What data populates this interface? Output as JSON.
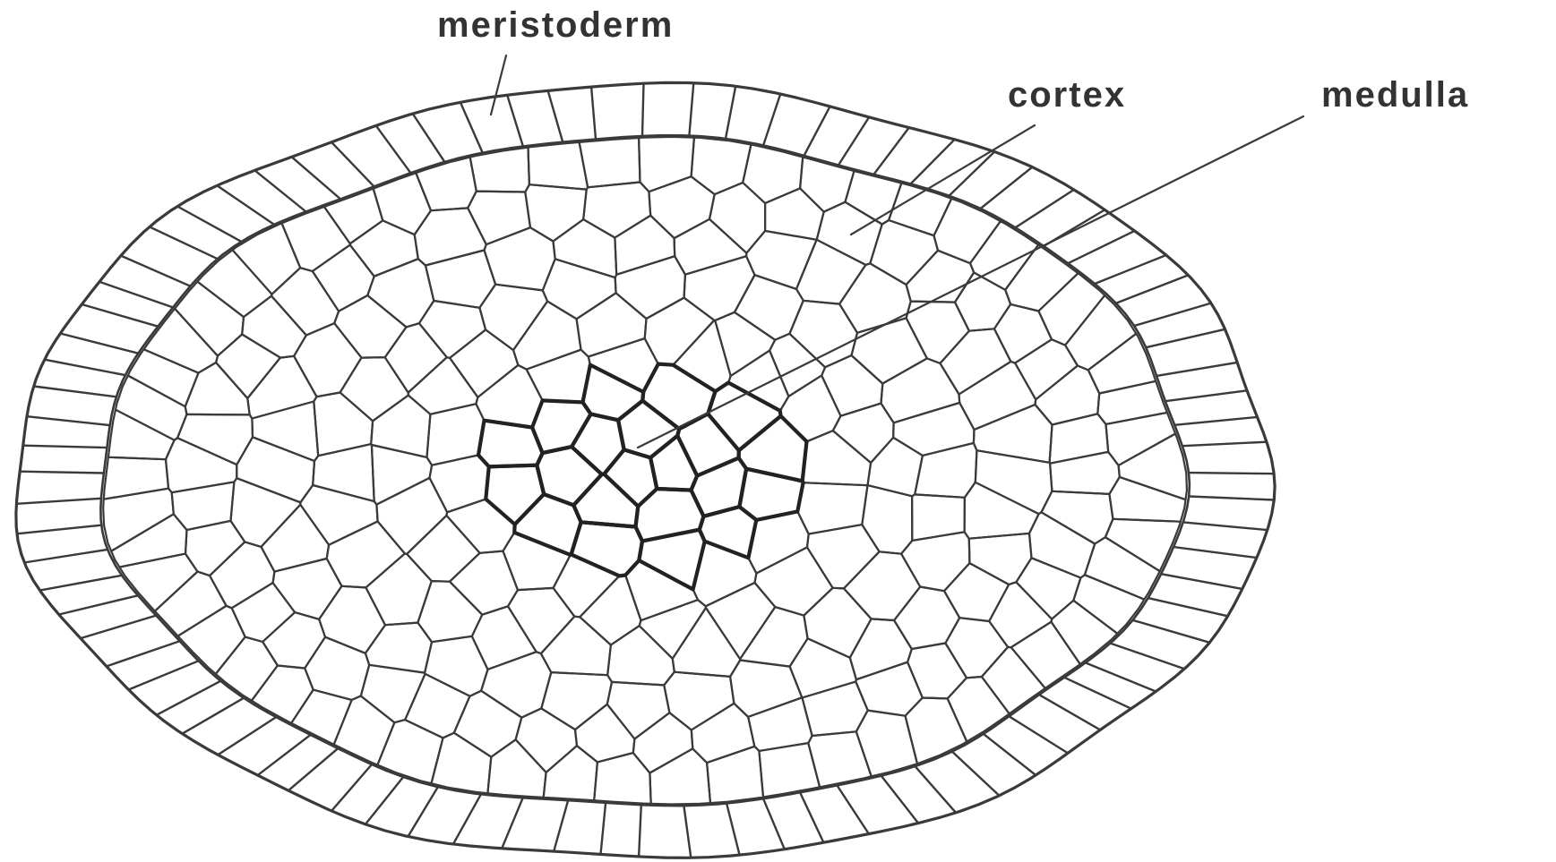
{
  "labels": {
    "meristoderm": "meristoderm",
    "cortex": "cortex",
    "medulla": "medulla"
  },
  "colors": {
    "background": "#ffffff",
    "cell_outline": "#3a3a3a",
    "medulla_outline": "#222222",
    "label_text": "#333333"
  }
}
